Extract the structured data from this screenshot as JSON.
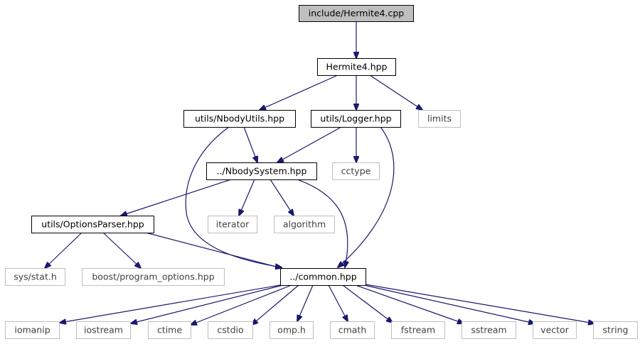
{
  "colors": {
    "edge": "#191970",
    "root_fill": "#bfbfbf",
    "node_border": "#000000",
    "external_border": "#bfbfbf",
    "external_text": "#404040"
  },
  "nodes": [
    {
      "id": "root",
      "label": "include/Hermite4.cpp",
      "kind": "root"
    },
    {
      "id": "hermite",
      "label": "Hermite4.hpp",
      "kind": "local"
    },
    {
      "id": "nbodyutils",
      "label": "utils/NbodyUtils.hpp",
      "kind": "local"
    },
    {
      "id": "logger",
      "label": "utils/Logger.hpp",
      "kind": "local"
    },
    {
      "id": "limits",
      "label": "limits",
      "kind": "external"
    },
    {
      "id": "nbodysystem",
      "label": "../NbodySystem.hpp",
      "kind": "local"
    },
    {
      "id": "cctype",
      "label": "cctype",
      "kind": "external"
    },
    {
      "id": "optionsparser",
      "label": "utils/OptionsParser.hpp",
      "kind": "local"
    },
    {
      "id": "iterator",
      "label": "iterator",
      "kind": "external"
    },
    {
      "id": "algorithm",
      "label": "algorithm",
      "kind": "external"
    },
    {
      "id": "sysstat",
      "label": "sys/stat.h",
      "kind": "external"
    },
    {
      "id": "boostpo",
      "label": "boost/program_options.hpp",
      "kind": "external"
    },
    {
      "id": "common",
      "label": "../common.hpp",
      "kind": "local"
    },
    {
      "id": "iomanip",
      "label": "iomanip",
      "kind": "external"
    },
    {
      "id": "iostream",
      "label": "iostream",
      "kind": "external"
    },
    {
      "id": "ctime",
      "label": "ctime",
      "kind": "external"
    },
    {
      "id": "cstdio",
      "label": "cstdio",
      "kind": "external"
    },
    {
      "id": "omph",
      "label": "omp.h",
      "kind": "external"
    },
    {
      "id": "cmath",
      "label": "cmath",
      "kind": "external"
    },
    {
      "id": "fstream",
      "label": "fstream",
      "kind": "external"
    },
    {
      "id": "sstream",
      "label": "sstream",
      "kind": "external"
    },
    {
      "id": "vector",
      "label": "vector",
      "kind": "external"
    },
    {
      "id": "string",
      "label": "string",
      "kind": "external"
    }
  ],
  "edges": [
    {
      "from": "root",
      "to": "hermite"
    },
    {
      "from": "hermite",
      "to": "nbodyutils"
    },
    {
      "from": "hermite",
      "to": "logger"
    },
    {
      "from": "hermite",
      "to": "limits"
    },
    {
      "from": "nbodyutils",
      "to": "nbodysystem"
    },
    {
      "from": "nbodyutils",
      "to": "common"
    },
    {
      "from": "logger",
      "to": "nbodysystem"
    },
    {
      "from": "logger",
      "to": "cctype"
    },
    {
      "from": "logger",
      "to": "common"
    },
    {
      "from": "nbodysystem",
      "to": "optionsparser"
    },
    {
      "from": "nbodysystem",
      "to": "iterator"
    },
    {
      "from": "nbodysystem",
      "to": "algorithm"
    },
    {
      "from": "nbodysystem",
      "to": "common"
    },
    {
      "from": "optionsparser",
      "to": "sysstat"
    },
    {
      "from": "optionsparser",
      "to": "boostpo"
    },
    {
      "from": "optionsparser",
      "to": "common"
    },
    {
      "from": "common",
      "to": "iomanip"
    },
    {
      "from": "common",
      "to": "iostream"
    },
    {
      "from": "common",
      "to": "ctime"
    },
    {
      "from": "common",
      "to": "cstdio"
    },
    {
      "from": "common",
      "to": "omph"
    },
    {
      "from": "common",
      "to": "cmath"
    },
    {
      "from": "common",
      "to": "fstream"
    },
    {
      "from": "common",
      "to": "sstream"
    },
    {
      "from": "common",
      "to": "vector"
    },
    {
      "from": "common",
      "to": "string"
    }
  ]
}
